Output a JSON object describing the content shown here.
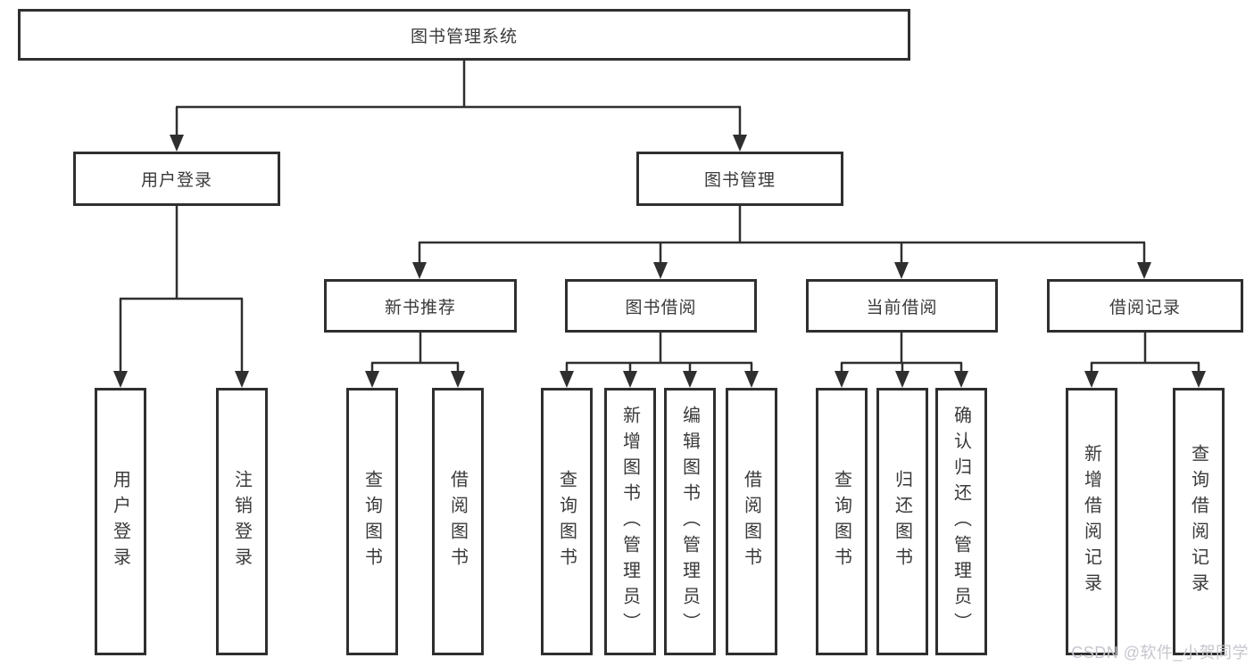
{
  "diagram_type": "hierarchy-tree",
  "colors": {
    "line": "#2f2f2f",
    "node_border": "#2f2f2f",
    "node_text": "#3a3a3a",
    "background": "#ffffff",
    "watermark": "#c6c6ce"
  },
  "watermark": {
    "text": "CSDN @软件_小贺同学"
  },
  "tree": {
    "root": {
      "label": "图书管理系统"
    },
    "children": [
      {
        "label": "用户登录",
        "children": [
          {
            "label": "用户登录"
          },
          {
            "label": "注销登录"
          }
        ]
      },
      {
        "label": "图书管理",
        "children": [
          {
            "label": "新书推荐",
            "children": [
              {
                "label": "查询图书"
              },
              {
                "label": "借阅图书"
              }
            ]
          },
          {
            "label": "图书借阅",
            "children": [
              {
                "label": "查询图书"
              },
              {
                "label": "新增图书（管理员）"
              },
              {
                "label": "编辑图书（管理员）"
              },
              {
                "label": "借阅图书"
              }
            ]
          },
          {
            "label": "当前借阅",
            "children": [
              {
                "label": "查询图书"
              },
              {
                "label": "归还图书"
              },
              {
                "label": "确认归还（管理员）"
              }
            ]
          },
          {
            "label": "借阅记录",
            "children": [
              {
                "label": "新增借阅记录"
              },
              {
                "label": "查询借阅记录"
              }
            ]
          }
        ]
      }
    ]
  }
}
